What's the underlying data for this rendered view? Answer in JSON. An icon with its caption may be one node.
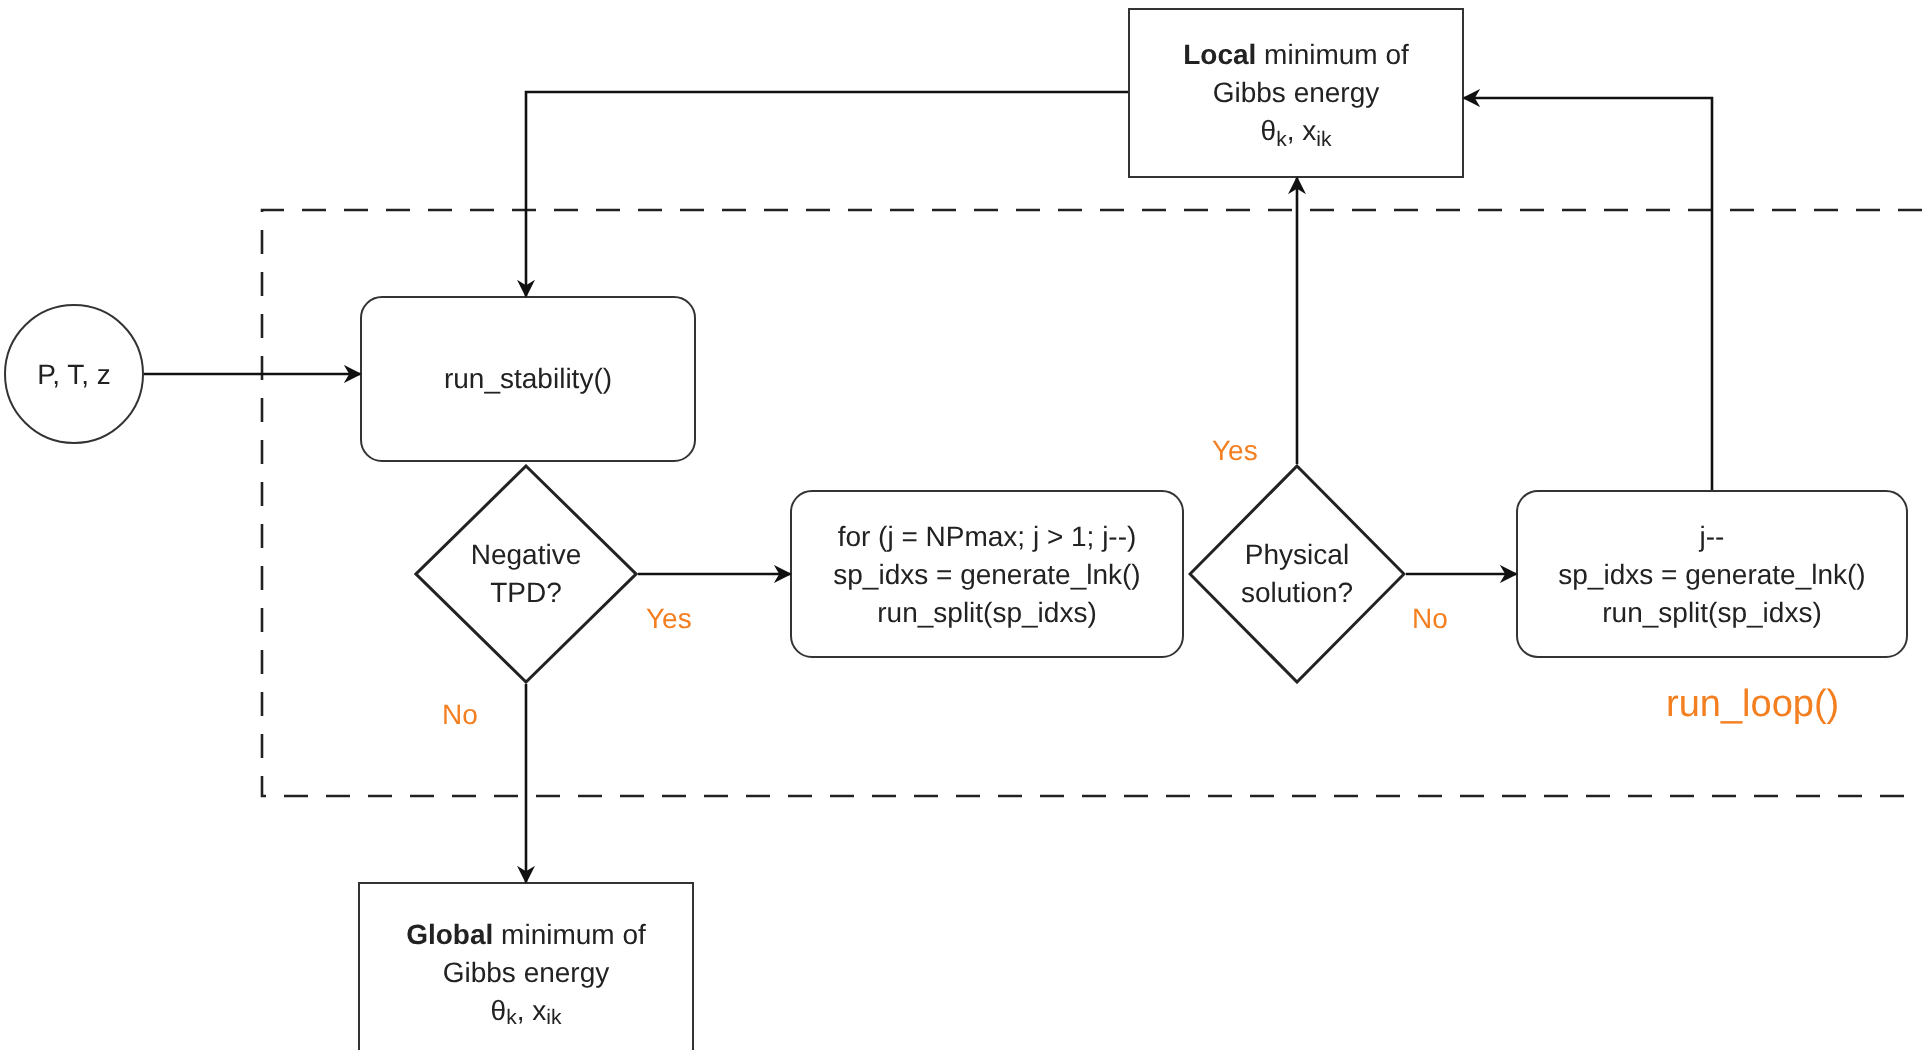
{
  "diagram": {
    "nodes": [
      {
        "text": [
          "run_loop()"
        ]
      },
      {
        "text": [
          "P, T, z"
        ]
      },
      {
        "text": [
          "run_stability()"
        ],
        "in": 0
      },
      {
        "text": [
          "Negative TPD?"
        ],
        "in": 0
      },
      {
        "text": [
          "for (j = NPmax; j > 1; j--)",
          "sp_idxs = generate_lnk()",
          "run_split(sp_idxs)"
        ],
        "in": 0
      },
      {
        "text": [
          "Physical solution?"
        ],
        "in": 0
      },
      {
        "text": [
          "j--",
          "sp_idxs = generate_lnk()",
          "run_split(sp_idxs)"
        ],
        "in": 0
      },
      {
        "text": [
          "**Local** minimum of Gibbs energy",
          "θ$_{k}$, x$_{ik}$"
        ]
      },
      {
        "text": [
          "**Global** minimum of Gibbs energy",
          "θ$_{k}$, x$_{ik}$"
        ]
      }
    ],
    "edges": [
      {
        "from": 1,
        "to": 2,
        "arrow": "to"
      },
      {
        "from": 3,
        "to": 4,
        "arrow": "to",
        "label": "Yes"
      },
      {
        "from": 3,
        "to": 8,
        "arrow": "to",
        "label": "No"
      },
      {
        "from": 5,
        "to": 6,
        "arrow": "to",
        "label": "No"
      },
      {
        "from": 5,
        "to": 7,
        "arrow": "to",
        "label": "Yes"
      },
      {
        "from": 6,
        "to": 7,
        "arrow": "to"
      },
      {
        "from": 7,
        "to": 2,
        "arrow": "to"
      }
    ]
  }
}
